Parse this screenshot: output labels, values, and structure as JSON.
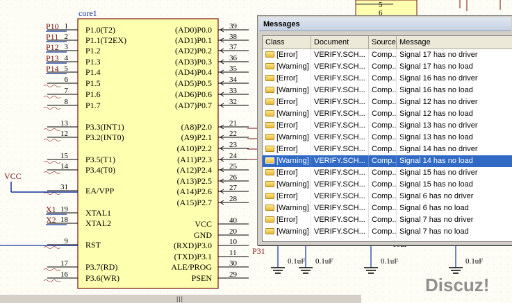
{
  "schematic": {
    "component_name": "core1",
    "left_pins": [
      {
        "num": "1",
        "net": "P10",
        "label": "P1.0(T2)"
      },
      {
        "num": "2",
        "net": "P11",
        "label": "P1.1(T2EX)"
      },
      {
        "num": "3",
        "net": "P12",
        "label": "P1.2"
      },
      {
        "num": "4",
        "net": "P13",
        "label": "P1.3"
      },
      {
        "num": "5",
        "net": "P14",
        "label": "P1.4"
      },
      {
        "num": "6",
        "net": "",
        "label": "P1.5"
      },
      {
        "num": "7",
        "net": "",
        "label": "P1.6"
      },
      {
        "num": "8",
        "net": "",
        "label": "P1.7"
      },
      {
        "num": "13",
        "net": "",
        "label": "P3.3(INT1)"
      },
      {
        "num": "12",
        "net": "",
        "label": "P3.2(INT0)"
      },
      {
        "num": "15",
        "net": "",
        "label": "P3.5(T1)"
      },
      {
        "num": "14",
        "net": "",
        "label": "P3.4(T0)"
      },
      {
        "num": "31",
        "net": "",
        "label": "EA/VPP"
      },
      {
        "num": "19",
        "net": "X1",
        "label": "XTAL1"
      },
      {
        "num": "18",
        "net": "X2",
        "label": "XTAL2"
      },
      {
        "num": "9",
        "net": "",
        "label": "RST"
      },
      {
        "num": "17",
        "net": "",
        "label": "P3.7(RD)"
      },
      {
        "num": "16",
        "net": "",
        "label": "P3.6(WR)"
      }
    ],
    "right_pins": [
      {
        "num": "39",
        "label": "(AD0)P0.0"
      },
      {
        "num": "38",
        "label": "(AD1)P0.1"
      },
      {
        "num": "37",
        "label": "(AD2)P0.2"
      },
      {
        "num": "36",
        "label": "(AD3)P0.3"
      },
      {
        "num": "35",
        "label": "(AD4)P0.4"
      },
      {
        "num": "34",
        "label": "(AD5)P0.5"
      },
      {
        "num": "33",
        "label": "(AD6)P0.6"
      },
      {
        "num": "32",
        "label": "(AD7)P0.7"
      },
      {
        "num": "21",
        "label": "(A8)P2.0"
      },
      {
        "num": "22",
        "label": "(A9)P2.1"
      },
      {
        "num": "23",
        "label": "(A10)P2.2"
      },
      {
        "num": "24",
        "label": "(A11)P2.3"
      },
      {
        "num": "25",
        "label": "(A12)P2.4"
      },
      {
        "num": "26",
        "label": "(A13)P2.5"
      },
      {
        "num": "27",
        "label": "(A14)P2.6"
      },
      {
        "num": "28",
        "label": "(A15)P2.7"
      },
      {
        "num": "40",
        "label": "VCC"
      },
      {
        "num": "20",
        "label": "GND"
      },
      {
        "num": "10",
        "label": "(RXD)P3.0"
      },
      {
        "num": "11",
        "label": "(TXD)P3.1"
      },
      {
        "num": "30",
        "label": "ALE/PROG"
      },
      {
        "num": "29",
        "label": "PSEN"
      }
    ],
    "vcc_label": "VCC",
    "net_p31": "P31",
    "cap_labels": [
      "0.1uF",
      "0.1uF",
      "0.1uF",
      "0.1uF"
    ],
    "top_right_nums": [
      "5",
      "6"
    ]
  },
  "messages": {
    "title": "Messages",
    "columns": [
      "Class",
      "Document",
      "Source",
      "Message"
    ],
    "rows": [
      {
        "class": "[Error]",
        "document": "VERIFY.SCH...",
        "source": "Comp...",
        "message": "Signal 17 has no driver"
      },
      {
        "class": "[Warning]",
        "document": "VERIFY.SCH...",
        "source": "Comp...",
        "message": "Signal 17 has no load"
      },
      {
        "class": "[Error]",
        "document": "VERIFY.SCH...",
        "source": "Comp...",
        "message": "Signal 16 has no driver"
      },
      {
        "class": "[Warning]",
        "document": "VERIFY.SCH...",
        "source": "Comp...",
        "message": "Signal 16 has no load"
      },
      {
        "class": "[Error]",
        "document": "VERIFY.SCH...",
        "source": "Comp...",
        "message": "Signal 12 has no driver"
      },
      {
        "class": "[Warning]",
        "document": "VERIFY.SCH...",
        "source": "Comp...",
        "message": "Signal 12 has no load"
      },
      {
        "class": "[Error]",
        "document": "VERIFY.SCH...",
        "source": "Comp...",
        "message": "Signal 13 has no driver"
      },
      {
        "class": "[Warning]",
        "document": "VERIFY.SCH...",
        "source": "Comp...",
        "message": "Signal 13 has no load"
      },
      {
        "class": "[Error]",
        "document": "VERIFY.SCH...",
        "source": "Comp...",
        "message": "Signal 14 has no driver"
      },
      {
        "class": "[Warning]",
        "document": "VERIFY.SCH...",
        "source": "Comp...",
        "message": "Signal 14 has no load",
        "selected": true
      },
      {
        "class": "[Error]",
        "document": "VERIFY.SCH...",
        "source": "Comp...",
        "message": "Signal 15 has no driver"
      },
      {
        "class": "[Warning]",
        "document": "VERIFY.SCH...",
        "source": "Comp...",
        "message": "Signal 15 has no load"
      },
      {
        "class": "[Error]",
        "document": "VERIFY.SCH...",
        "source": "Comp...",
        "message": "Signal 6 has no driver"
      },
      {
        "class": "[Warning]",
        "document": "VERIFY.SCH...",
        "source": "Comp...",
        "message": "Signal 6 has no load"
      },
      {
        "class": "[Error]",
        "document": "VERIFY.SCH...",
        "source": "Comp...",
        "message": "Signal 7 has no driver"
      },
      {
        "class": "[Warning]",
        "document": "VERIFY.SCH...",
        "source": "Comp...",
        "message": "Signal 7 has no load"
      }
    ]
  },
  "watermark": "Discuz!",
  "scrollbar_grip": "|||",
  "colors": {
    "component_fill": "#ffffb0",
    "wire_blue": "#1030a0",
    "net_label": "#7a1010",
    "selection": "#316ac5"
  }
}
